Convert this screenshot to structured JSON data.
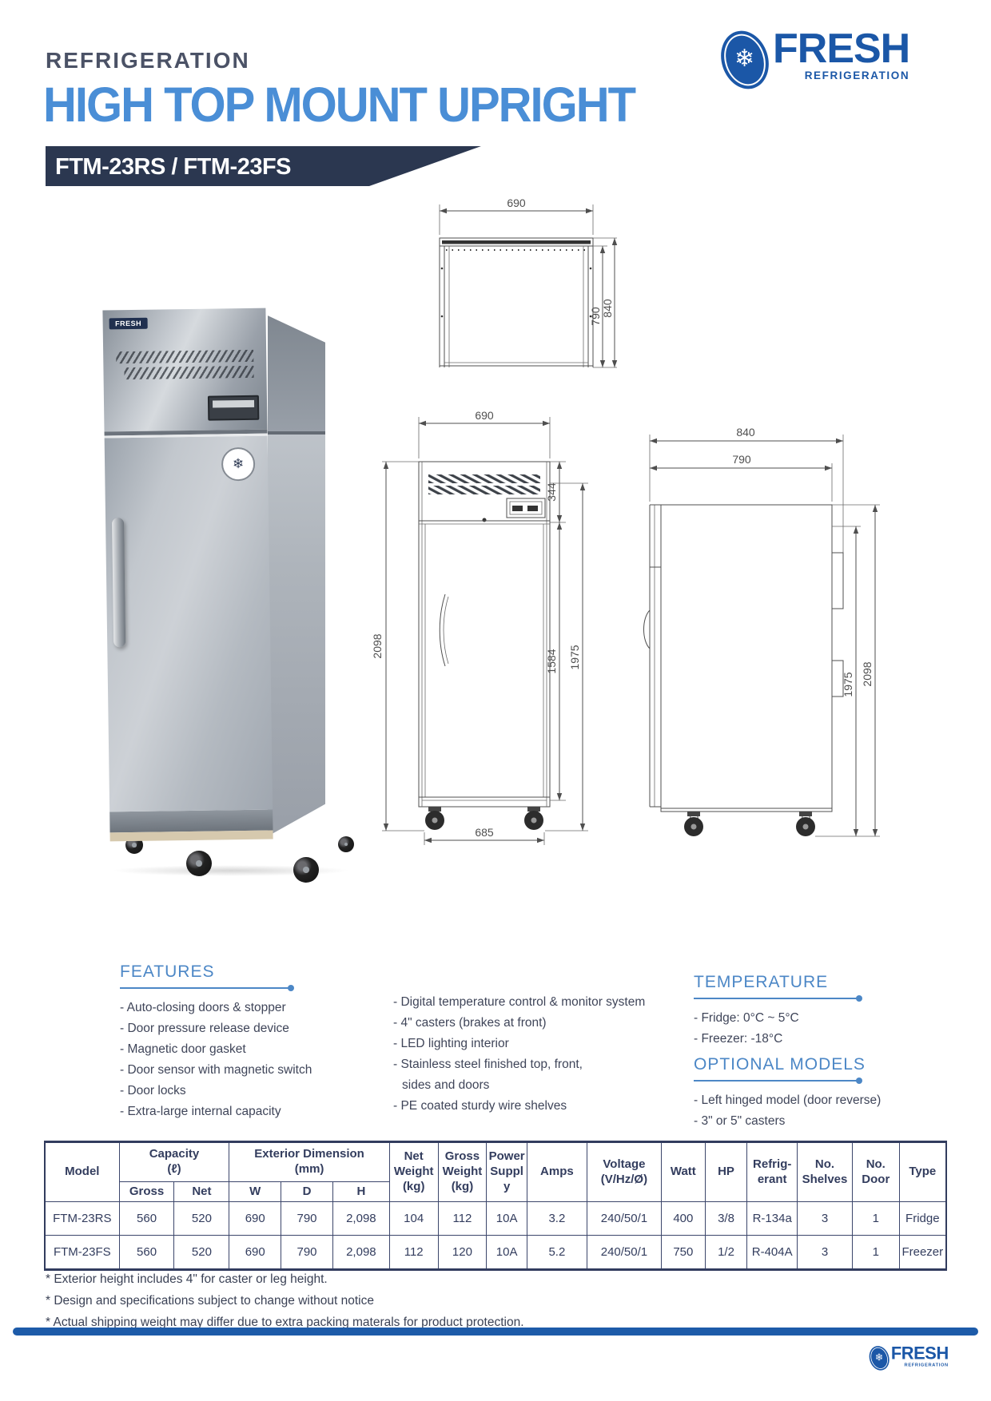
{
  "header": {
    "category": "REFRIGERATION",
    "title": "HIGH TOP MOUNT UPRIGHT",
    "model_badge": "FTM-23RS / FTM-23FS"
  },
  "brand": {
    "name": "FRESH",
    "sub": "REFRIGERATION",
    "chip": "FRESH",
    "snowflake": "❄"
  },
  "drawings": {
    "top": {
      "w": "690",
      "d_inner": "790",
      "d_outer": "840"
    },
    "front": {
      "w": "690",
      "total_h": "2098",
      "top_h": "344",
      "door_h": "1584",
      "body_h": "1975",
      "base_w": "685"
    },
    "side": {
      "d_outer": "840",
      "d_inner": "790",
      "body_h": "1975",
      "total_h": "2098"
    }
  },
  "features": {
    "heading": "FEATURES",
    "col1": [
      "- Auto-closing doors & stopper",
      "- Door pressure release device",
      "- Magnetic door gasket",
      "- Door sensor with magnetic switch",
      "- Door locks",
      "- Extra-large internal capacity"
    ],
    "col2": [
      "- Digital temperature control & monitor system",
      "- 4\" casters (brakes at front)",
      "- LED lighting interior",
      "- Stainless steel finished top, front,",
      "sides and doors",
      "- PE coated sturdy wire shelves"
    ]
  },
  "temperature": {
    "heading": "TEMPERATURE",
    "items": [
      "- Fridge: 0°C ~ 5°C",
      "- Freezer: -18°C"
    ]
  },
  "optional": {
    "heading": "OPTIONAL MODELS",
    "items": [
      "- Left hinged model (door reverse)",
      "- 3\" or 5\" casters"
    ]
  },
  "spec": {
    "cols": {
      "model": "Model",
      "capacity": "Capacity",
      "capacity_unit": "(ℓ)",
      "gross": "Gross",
      "net": "Net",
      "ext": "Exterior Dimension",
      "ext_unit": "(mm)",
      "w": "W",
      "d": "D",
      "h": "H",
      "net_wt": "Net Weight (kg)",
      "gross_wt": "Gross Weight (kg)",
      "power": "Power Supply",
      "amps": "Amps",
      "voltage": "Voltage (V/Hz/Ø)",
      "watt": "Watt",
      "hp": "HP",
      "refrigerant": "Refrig-erant",
      "shelves": "No. Shelves",
      "door": "No. Door",
      "type": "Type"
    },
    "rows": [
      [
        "FTM-23RS",
        "560",
        "520",
        "690",
        "790",
        "2,098",
        "104",
        "112",
        "10A",
        "3.2",
        "240/50/1",
        "400",
        "3/8",
        "R-134a",
        "3",
        "1",
        "Fridge"
      ],
      [
        "FTM-23FS",
        "560",
        "520",
        "690",
        "790",
        "2,098",
        "112",
        "120",
        "10A",
        "5.2",
        "240/50/1",
        "750",
        "1/2",
        "R-404A",
        "3",
        "1",
        "Freezer"
      ]
    ]
  },
  "footnotes": [
    "* Exterior height includes 4\" for caster or leg height.",
    "* Design and specifications subject to change without notice",
    "* Actual shipping weight may differ due to extra packing materals for product protection."
  ],
  "colors": {
    "accent_blue": "#4a8ed6",
    "navy": "#2b3750",
    "logo_blue": "#1b57a7"
  }
}
